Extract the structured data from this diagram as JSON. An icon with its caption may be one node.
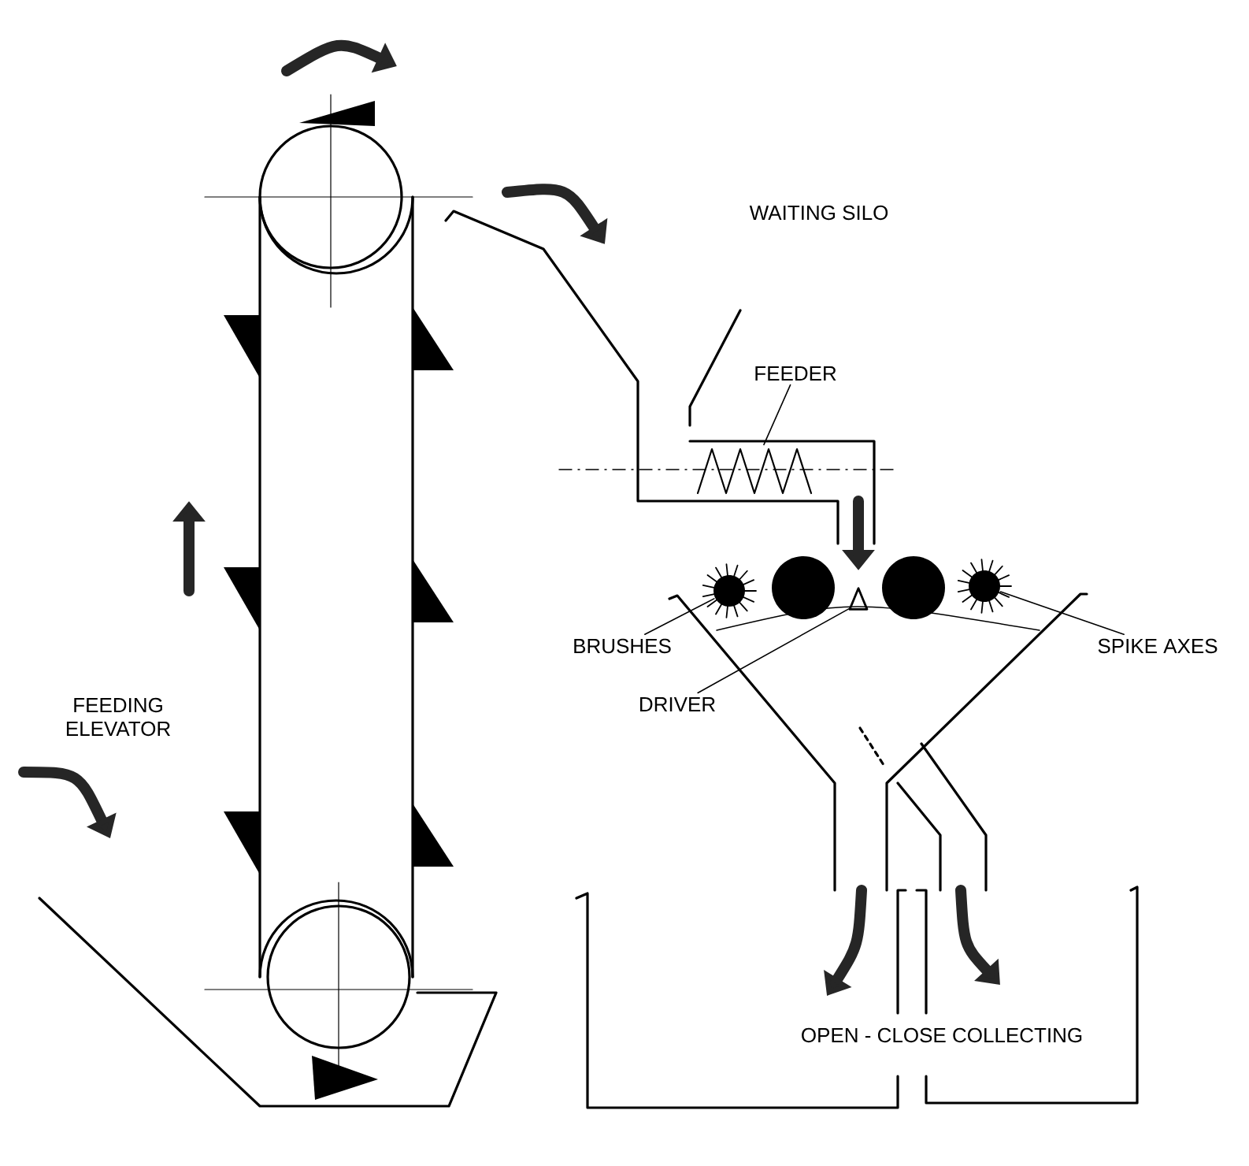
{
  "diagram": {
    "nodes": [
      {
        "text": [
          "FEEDER"
        ]
      },
      {
        "text": [],
        "shape": "spring"
      },
      {
        "text": [
          "BRUSHES"
        ]
      },
      {
        "text": [],
        "shape": "circle"
      },
      {
        "text": [],
        "shape": "triangle"
      },
      {
        "text": [],
        "shape": "circle"
      },
      {
        "text": [
          "SPIKE AXES"
        ]
      },
      {
        "text": [
          "DRIVER"
        ]
      }
    ],
    "edges": [
      {
        "from": 0,
        "to": 1,
        "arrow": "none"
      },
      {
        "from": 2,
        "to": 3,
        "arrow": "none"
      },
      {
        "from": 6,
        "to": 5,
        "arrow": "none"
      },
      {
        "from": 7,
        "to": 4,
        "arrow": "none"
      }
    ],
    "labels": [
      "WAITING SILO",
      "FEEDING ELEVATOR",
      "OPEN - CLOSE COLLECTING"
    ]
  }
}
